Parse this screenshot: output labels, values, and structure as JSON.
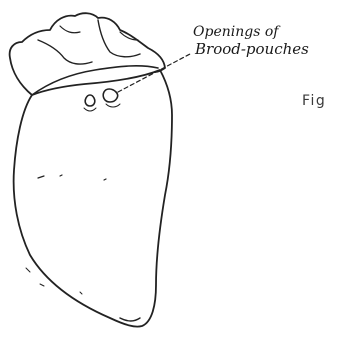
{
  "label": {
    "line1": "Openings of",
    "line2": "Brood-pouches"
  },
  "figure_caption": "Fig"
}
